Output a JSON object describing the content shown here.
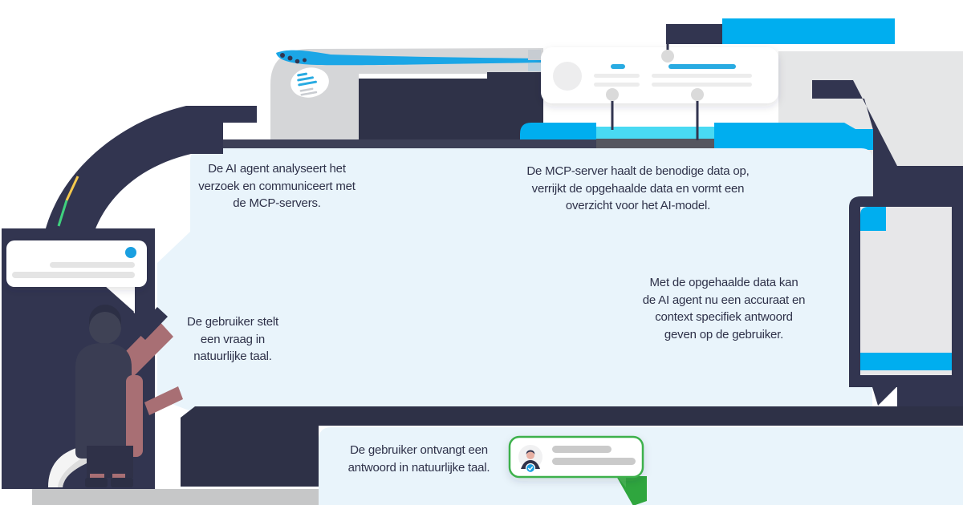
{
  "steps": {
    "user_question": {
      "text": "De gebruiker stelt\neen vraag in\nnatuurlijke taal."
    },
    "ai_agent": {
      "text": "De AI agent analyseert het\nverzoek en communiceert met\nde MCP-servers."
    },
    "mcp_server": {
      "text": "De MCP-server haalt de benodige data op,\nverrijkt de opgehaalde data en vormt een\noverzicht voor het AI-model."
    },
    "answer": {
      "text": "Met de opgehaalde data kan\nde AI agent nu een accuraat en\ncontext specifiek antwoord\ngeven op de gebruiker."
    },
    "response": {
      "text": "De gebruiker ontvangt een\nantwoord in natuurlijke taal."
    }
  },
  "colors": {
    "navy": "#323550",
    "navy_dark": "#2e3147",
    "panel_blue": "#e9f4fb",
    "accent_blue": "#00aeef",
    "sky_blue": "#29abe2",
    "cyan": "#49daf3",
    "band_gray": "#55565f",
    "green_border": "#3cb14c",
    "green_tail": "#2fa63e",
    "rose": "#a86f74",
    "device_gray": "#d9dadb",
    "backdrop_gray": "#e5e6e7",
    "floor_gray": "#c6c7c8",
    "text": "#2e3149"
  }
}
